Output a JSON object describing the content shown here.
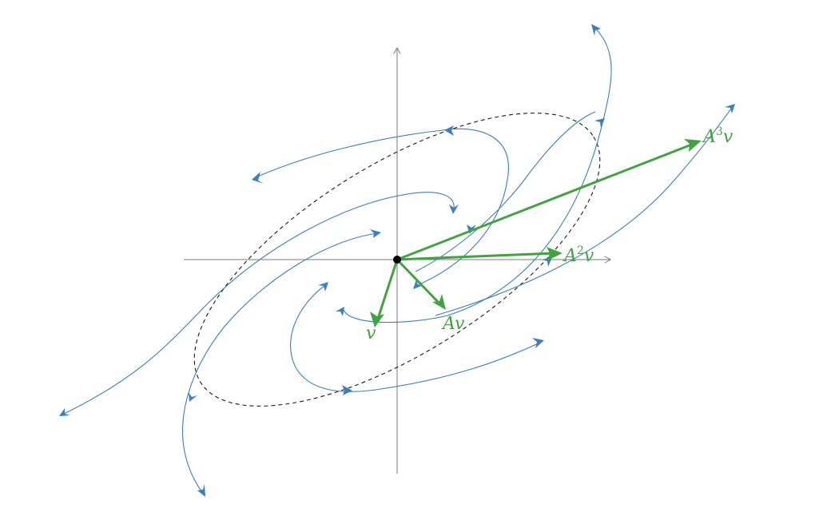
{
  "diagram": {
    "labels": {
      "v": "v",
      "Av": "Av",
      "A2v_base": "A",
      "A2v_power": "2",
      "A2v_tail": "v",
      "A3v_base": "A",
      "A3v_power": "3",
      "A3v_tail": "v"
    },
    "colors": {
      "vectors": "#3fa43f",
      "flow_lines": "#3a7fc1",
      "axes": "#7a7a7a",
      "ellipse": "#1a1a1a",
      "origin": "#000000"
    }
  }
}
